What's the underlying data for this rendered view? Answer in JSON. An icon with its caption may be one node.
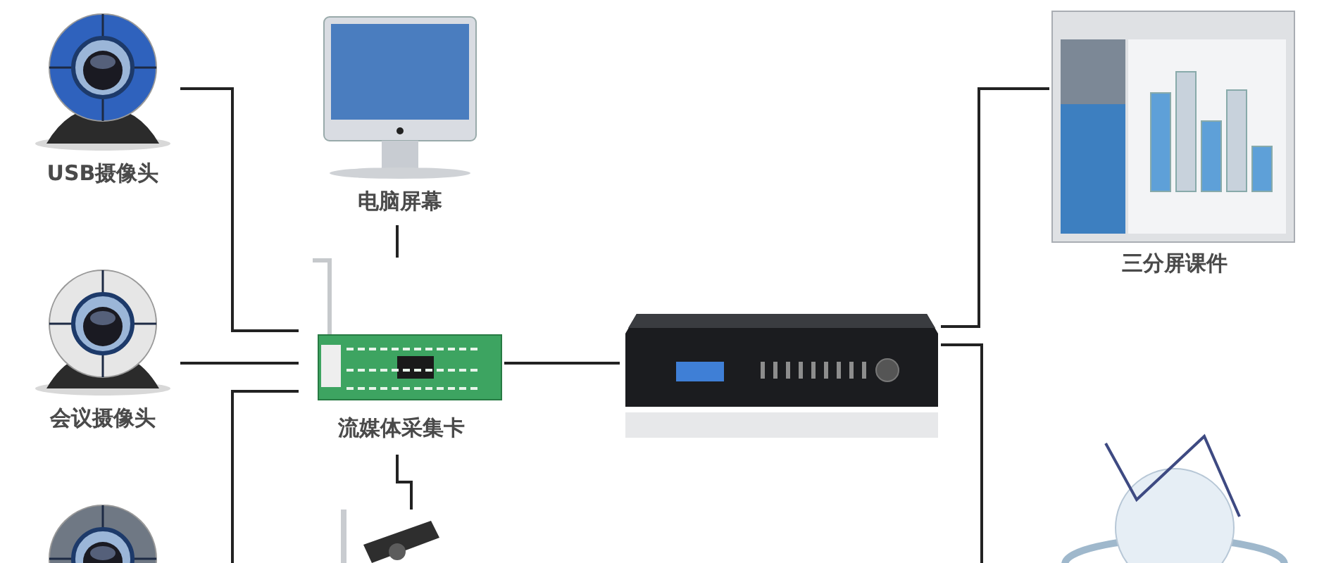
{
  "diagram": {
    "nodes": [
      {
        "text": [
          "USB摄像头"
        ]
      },
      {
        "text": [
          "会议摄像头"
        ]
      },
      {
        "text": [],
        "shape": "picture"
      },
      {
        "text": [
          "电脑屏幕"
        ]
      },
      {
        "text": [
          "流媒体采集卡"
        ]
      },
      {
        "text": [],
        "shape": "picture"
      },
      {
        "text": [],
        "shape": "picture"
      },
      {
        "text": [
          "三分屏课件"
        ]
      },
      {
        "text": [],
        "shape": "picture"
      }
    ],
    "edges": [
      {
        "from": 0,
        "to": 4,
        "arrow": "none"
      },
      {
        "from": 1,
        "to": 4,
        "arrow": "none"
      },
      {
        "from": 2,
        "to": 4,
        "arrow": "none"
      },
      {
        "from": 3,
        "to": 4,
        "arrow": "none"
      },
      {
        "from": 4,
        "to": 5,
        "arrow": "none"
      },
      {
        "from": 4,
        "to": 6,
        "arrow": "none"
      },
      {
        "from": 6,
        "to": 7,
        "arrow": "none"
      },
      {
        "from": 6,
        "to": 8,
        "arrow": "none"
      }
    ]
  }
}
